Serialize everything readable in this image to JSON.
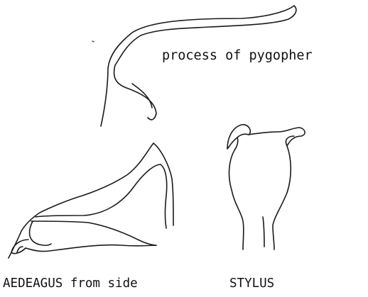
{
  "figure": {
    "structures": [
      {
        "id": "pygopher_process",
        "label": "process of pygopher"
      },
      {
        "id": "aedeagus",
        "label": "AEDEAGUS from side"
      },
      {
        "id": "stylus",
        "label": "STYLUS"
      }
    ]
  },
  "colors": {
    "ink": "#1a1a1a",
    "background": "#ffffff"
  }
}
